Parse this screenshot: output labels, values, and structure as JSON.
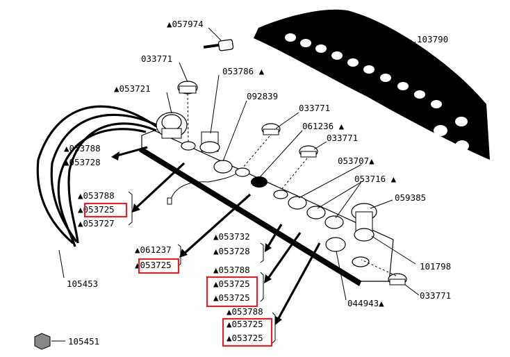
{
  "labels": {
    "key": "▲057974",
    "plate_top": "103790",
    "cap_a": "033771",
    "switch_a": "053786 ▲",
    "ignition": "▲053721",
    "cap_b": "092839",
    "cap_c": "033771",
    "switch_b": "061236 ▲",
    "cap_d": "033771",
    "grp1_a": "▲053788",
    "grp1_b": "▲053728",
    "switch_c": "053707▲",
    "switch_d": "053716 ▲",
    "knob": "059385",
    "grp2_a": "▲053788",
    "grp2_b": "▲053725",
    "grp2_c": "▲053727",
    "grp3_a": "▲053732",
    "grp3_b": "▲053728",
    "grp4_a": "▲061237",
    "grp4_b": "▲053725",
    "panel": "101798",
    "grp5_a": "▲053788",
    "grp5_b": "▲053725",
    "grp5_c": "▲053725",
    "hose": "105453",
    "grp6_a": "▲053788",
    "grp6_b": "▲053725",
    "grp6_c": "▲053725",
    "switch_e": "044943▲",
    "cap_e": "033771",
    "small_part": "105451"
  }
}
